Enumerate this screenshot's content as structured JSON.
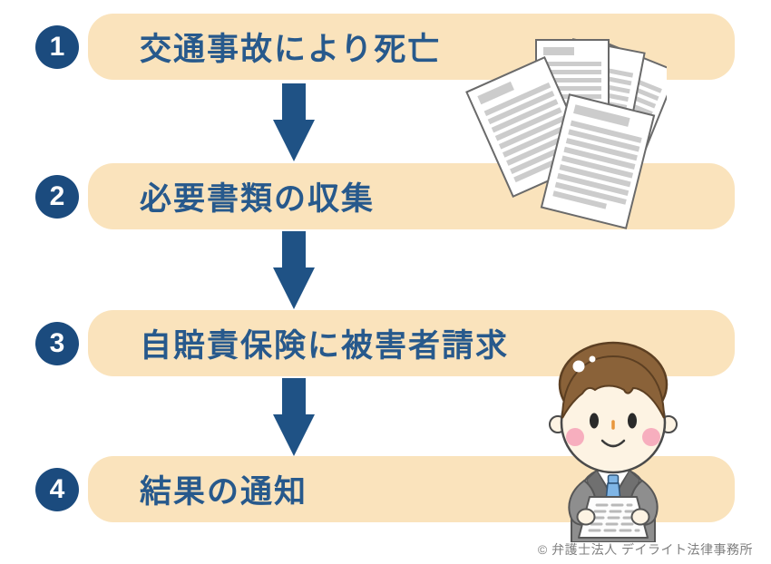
{
  "diagram": {
    "title_context": "claim-procedure-flow",
    "steps": [
      {
        "number": "1",
        "label": "交通事故により死亡"
      },
      {
        "number": "2",
        "label": "必要書類の収集"
      },
      {
        "number": "3",
        "label": "自賠責保険に被害者請求"
      },
      {
        "number": "4",
        "label": "結果の通知"
      }
    ],
    "footer": {
      "copyright": "© 弁護士法人 デイライト法律事務所"
    }
  },
  "icons": {
    "arrow": "down-arrow-icon",
    "documents": "document-stack-illustration",
    "person": "businessman-holding-document-illustration"
  },
  "colors": {
    "band_cream": "#FAE3BC",
    "badge_navy": "#1B4B7E",
    "label_navy": "#27598C",
    "arrow_navy": "#1F5285",
    "copyright_gray": "#7F7F7F",
    "paper_line_gray": "#CCCCCC",
    "hair_brown": "#8A6239",
    "suit_gray": "#8E8E8E",
    "tie_blue": "#7FB5E5",
    "cheek_pink": "#F7AEBE"
  }
}
